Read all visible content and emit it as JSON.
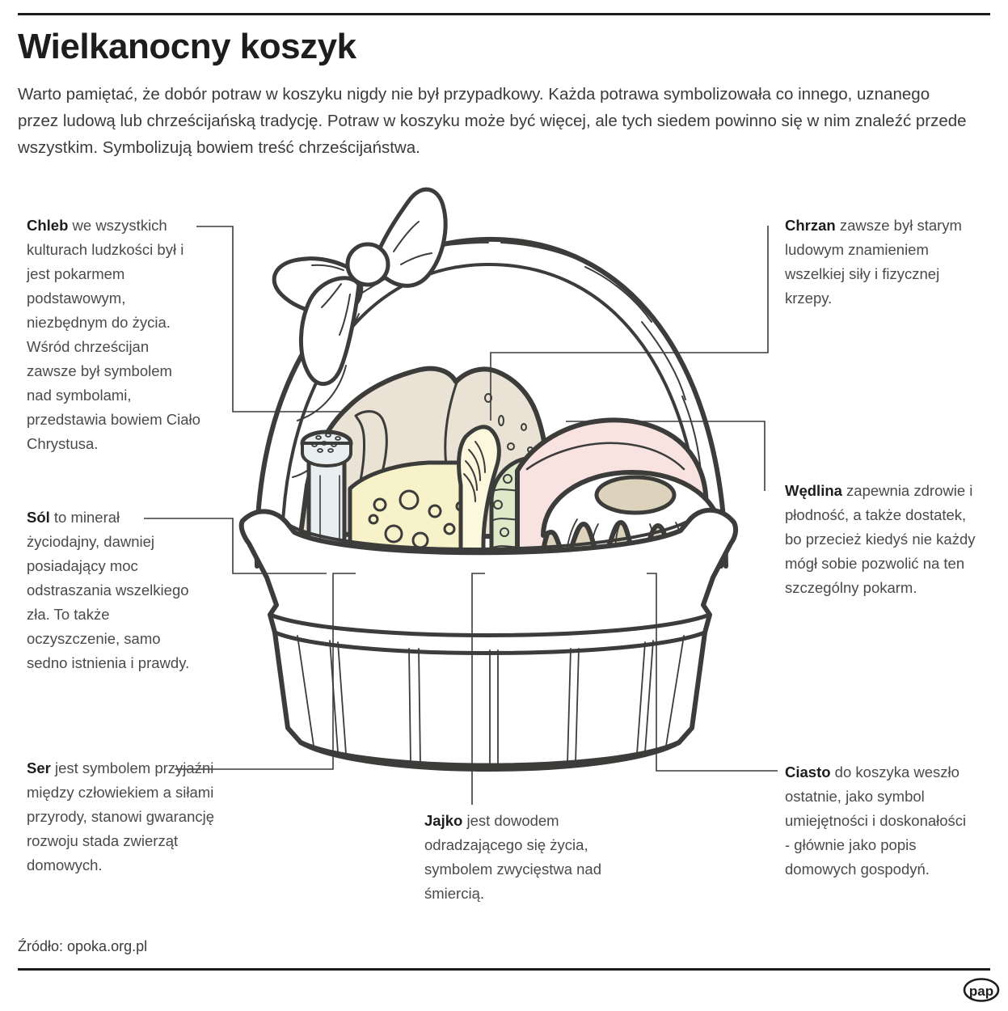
{
  "header": {
    "title": "Wielkanocny koszyk",
    "intro": "Warto pamiętać, że dobór potraw w koszyku nigdy nie był przypadkowy. Każda potrawa symbolizowała co innego, uznanego przez ludową lub chrześcijańską tradycję. Potraw w koszyku może być więcej, ale tych siedem powinno się w nim znaleźć przede wszystkim. Symbolizują bowiem treść chrześcijaństwa."
  },
  "callouts": {
    "chleb": {
      "term": "Chleb",
      "text": " we wszystkich kulturach ludzkości był i jest pokarmem podstawowym, niezbędnym do życia. Wśród chrześcijan zawsze był symbolem nad symbolami, przedstawia bowiem Ciało Chrystusa."
    },
    "sol": {
      "term": "Sól",
      "text": " to minerał życiodajny, dawniej posiadający moc odstraszania wszelkiego zła. To także oczyszczenie, samo sedno istnienia i prawdy."
    },
    "ser": {
      "term": "Ser",
      "text": " jest symbolem przyjaźni między człowiekiem a siłami przyrody, stanowi gwarancję rozwoju stada zwierząt domowych."
    },
    "jajko": {
      "term": "Jajko",
      "text": " jest dowodem odradzającego się życia, symbolem zwycięstwa nad śmiercią."
    },
    "chrzan": {
      "term": "Chrzan",
      "text": " zawsze był starym ludowym znamieniem wszelkiej siły i fizycznej krzepy."
    },
    "wedlina": {
      "term": "Wędlina",
      "text": " zapewnia zdrowie i płodność, a także dostatek, bo przecież kiedyś nie każdy mógł sobie pozwolić na ten szczególny pokarm."
    },
    "ciasto": {
      "term": "Ciasto",
      "text": " do koszyka weszło ostatnie, jako symbol umiejętności i doskonałości - głównie jako popis domowych gospodyń."
    }
  },
  "footer": {
    "source": "Źródło: opoka.org.pl",
    "logo": "pap"
  },
  "illustration": {
    "name": "easter-basket",
    "items": [
      "bread",
      "salt-shaker",
      "cheese",
      "horseradish",
      "egg",
      "ham",
      "cake",
      "bow",
      "basket"
    ],
    "colors": {
      "outline": "#3c3c3b",
      "bread": "#eae2d4",
      "cheese": "#f7f2c9",
      "salt": "#e9eef0",
      "horseradish": "#fbf8dd",
      "egg": "#dfe9ca",
      "ham": "#f9e3e1",
      "cake": "#ddd2bc",
      "cake_top": "#ffffff",
      "cake_hole": "#ddd2bc",
      "basket": "#ffffff"
    }
  }
}
